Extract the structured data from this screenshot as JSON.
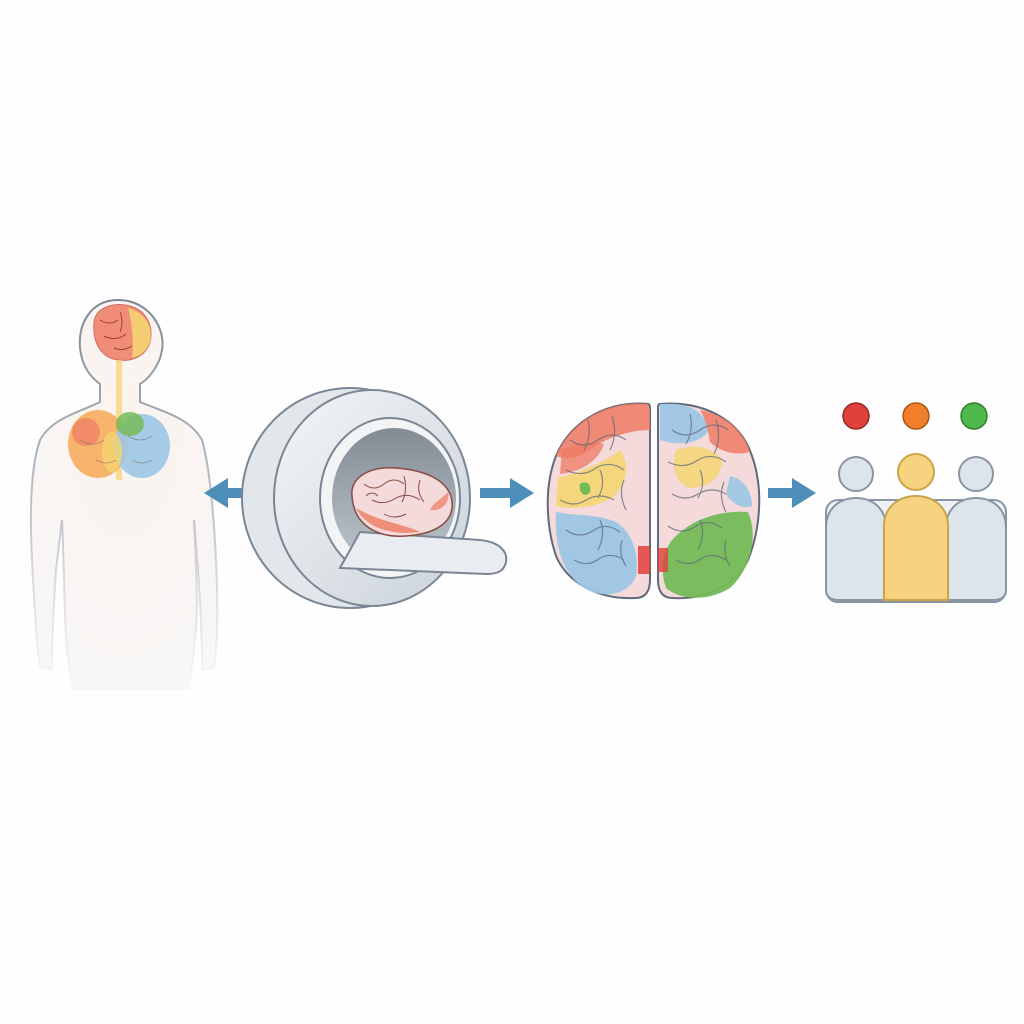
{
  "diagram": {
    "panels": [
      {
        "id": "body",
        "icon": "human-body-icon"
      },
      {
        "id": "scanner",
        "icon": "mri-scanner-icon"
      },
      {
        "id": "brain-map",
        "icon": "brain-regions-icon"
      },
      {
        "id": "groups",
        "icon": "people-groups-icon"
      }
    ],
    "arrows": [
      {
        "from": "scanner",
        "to": "body",
        "direction": "left"
      },
      {
        "from": "scanner",
        "to": "brain-map",
        "direction": "right"
      },
      {
        "from": "brain-map",
        "to": "groups",
        "direction": "right"
      }
    ],
    "group_markers": [
      {
        "color": "#e0403c"
      },
      {
        "color": "#f07e2a"
      },
      {
        "color": "#4fb84a"
      }
    ]
  },
  "colors": {
    "outline": "#7a8694",
    "arrow": "#4d8fb8",
    "region_red": "#ef7a64",
    "region_orange": "#f6a855",
    "region_yellow": "#f5d572",
    "region_blue": "#9cc6e6",
    "region_green": "#74bb58",
    "region_pink": "#f4dada",
    "person_gray": "#dde4ea",
    "person_yellow": "#f6d37e"
  }
}
